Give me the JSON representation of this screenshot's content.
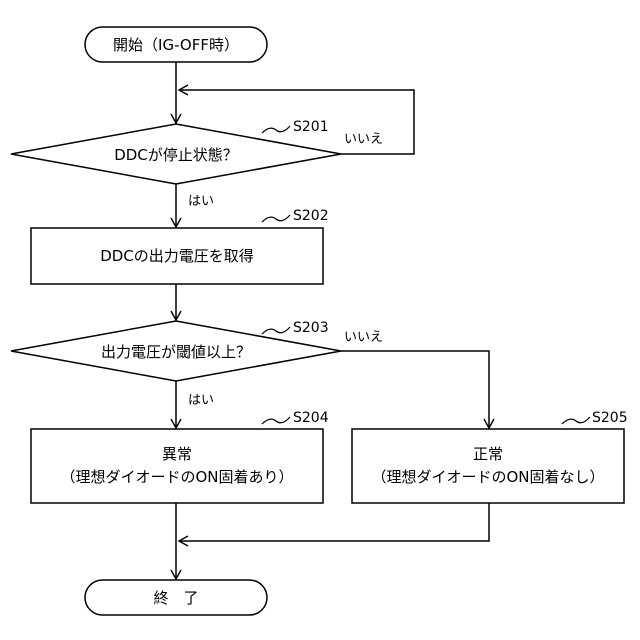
{
  "flowchart": {
    "nodes": {
      "start": {
        "lines": [
          "開始（IG-OFF時）"
        ]
      },
      "s201": {
        "step": "S201",
        "lines": [
          "DDCが停止状態？"
        ]
      },
      "s202": {
        "step": "S202",
        "lines": [
          "DDCの出力電圧を取得"
        ]
      },
      "s203": {
        "step": "S203",
        "lines": [
          "出力電圧が閾値以上？"
        ]
      },
      "s204": {
        "step": "S204",
        "lines": [
          "異常",
          "（理想ダイオードのON固着あり）"
        ]
      },
      "s205": {
        "step": "S205",
        "lines": [
          "正常",
          "（理想ダイオードのON固着なし）"
        ]
      },
      "end": {
        "lines": [
          "終　了"
        ]
      }
    },
    "edge_labels": {
      "s201_no": "いいえ",
      "s201_yes": "はい",
      "s203_no": "いいえ",
      "s203_yes": "はい"
    }
  }
}
